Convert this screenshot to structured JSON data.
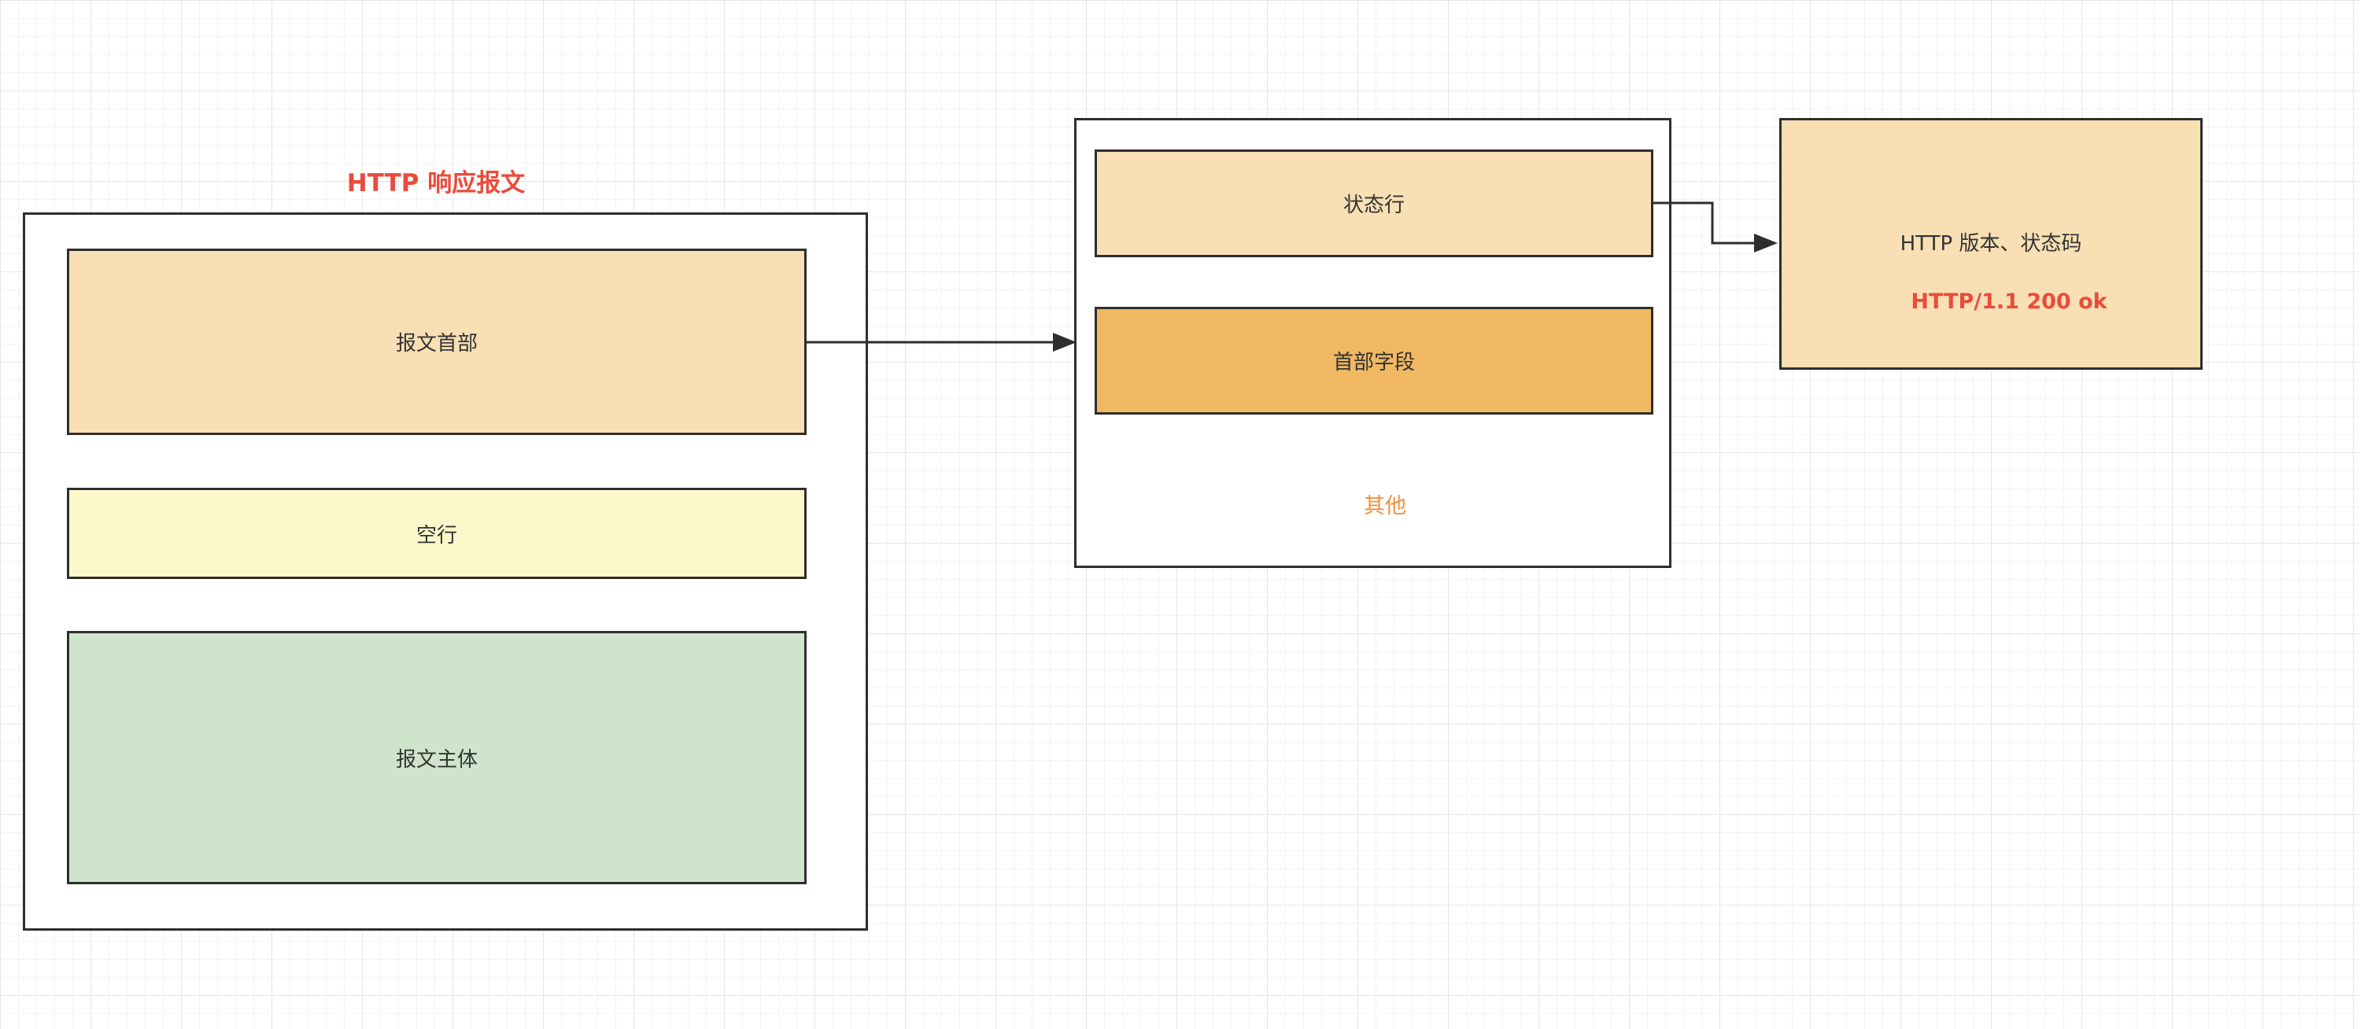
{
  "response": {
    "title": "HTTP 响应报文",
    "header": "报文首部",
    "blank_line": "空行",
    "body": "报文主体"
  },
  "header_detail": {
    "status_line": "状态行",
    "header_fields": "首部字段",
    "other": "其他"
  },
  "status_detail": {
    "label": "HTTP 版本、状态码",
    "example": "HTTP/1.1 200 ok"
  },
  "colors": {
    "peach": "#f8dfb4",
    "orange": "#f0b862",
    "light_yellow": "#fdf8cc",
    "light_green": "#cfe5cb",
    "red_text": "#ea4b3c",
    "orange_text": "#f0913a",
    "stroke": "#2e2e2e"
  }
}
